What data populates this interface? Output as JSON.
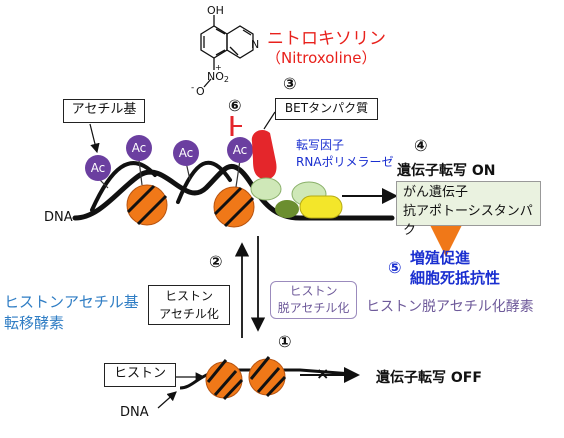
{
  "compound": {
    "name": "ニトロキソリン",
    "name_en": "（Nitroxoline）",
    "oh_label": "OH",
    "n_label": "N",
    "no2_label": "NO",
    "no2_sub": "2",
    "o_minus": "O",
    "plus": "+",
    "minus": "-"
  },
  "labels": {
    "acetyl": "アセチル基",
    "ac": "Ac",
    "bet": "BETタンパク質",
    "tf_line1": "転写因子",
    "tf_line2": "RNAポリメラーゼ",
    "dna_top": "DNA",
    "dna_bottom": "DNA",
    "histone": "ヒストン",
    "hat_line1": "ヒストンアセチル基",
    "hat_line2": "転移酵素",
    "acetylation_line1": "ヒストン",
    "acetylation_line2": "アセチル化",
    "deacetylation_line1": "ヒストン",
    "deacetylation_line2": "脱アセチル化",
    "hdac": "ヒストン脱アセチル化酵素",
    "transcription_on": "遺伝子転写 ON",
    "transcription_off": "遺伝子転写 OFF",
    "genes_line1": "がん遺伝子",
    "genes_line2": "抗アポトーシスタンパク",
    "effect_line1": "増殖促進",
    "effect_line2": "細胞死抵抗性",
    "x_mark": "×"
  },
  "numbers": {
    "n1": "①",
    "n2": "②",
    "n3": "③",
    "n4": "④",
    "n5": "⑤",
    "n6": "⑥"
  },
  "colors": {
    "nitroxoline_red": "#e8211c",
    "blue_text": "#1a2fd0",
    "hat_blue": "#2f7dc4",
    "ac_purple": "#6b3fa0",
    "nucleosome_orange": "#f07818",
    "bet_red": "#e4262b",
    "arrow_orange": "#f07818",
    "factor_green_light": "#cfe8b8",
    "factor_green_dark": "#6b8e2f",
    "factor_yellow": "#f3e62a"
  }
}
